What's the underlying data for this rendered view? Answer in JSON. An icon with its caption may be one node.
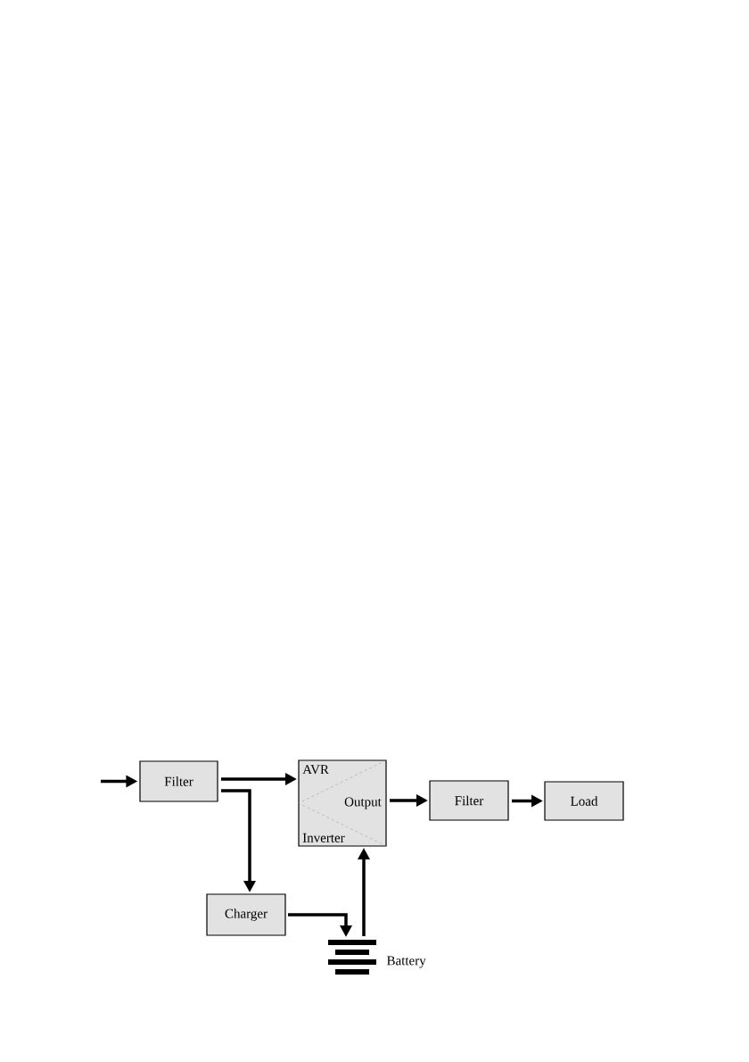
{
  "diagram": {
    "nodes": [
      {
        "text": [
          "Filter"
        ]
      },
      {
        "text": [
          "AVR",
          "Output",
          "Inverter"
        ]
      },
      {
        "text": [
          "Filter"
        ]
      },
      {
        "text": [
          "Load"
        ]
      },
      {
        "text": [
          "Charger"
        ]
      },
      {
        "text": [],
        "shape": "battery",
        "beside": [
          "Battery"
        ]
      }
    ],
    "edges": [
      {
        "from": null,
        "to": 0,
        "arrow": "to"
      },
      {
        "from": 0,
        "to": 1,
        "arrow": "to"
      },
      {
        "from": 0,
        "to": 4,
        "arrow": "to"
      },
      {
        "from": 1,
        "to": 2,
        "arrow": "to"
      },
      {
        "from": 2,
        "to": 3,
        "arrow": "to"
      },
      {
        "from": 4,
        "to": 5,
        "arrow": "to"
      },
      {
        "from": 5,
        "to": 1,
        "arrow": "to"
      }
    ]
  }
}
